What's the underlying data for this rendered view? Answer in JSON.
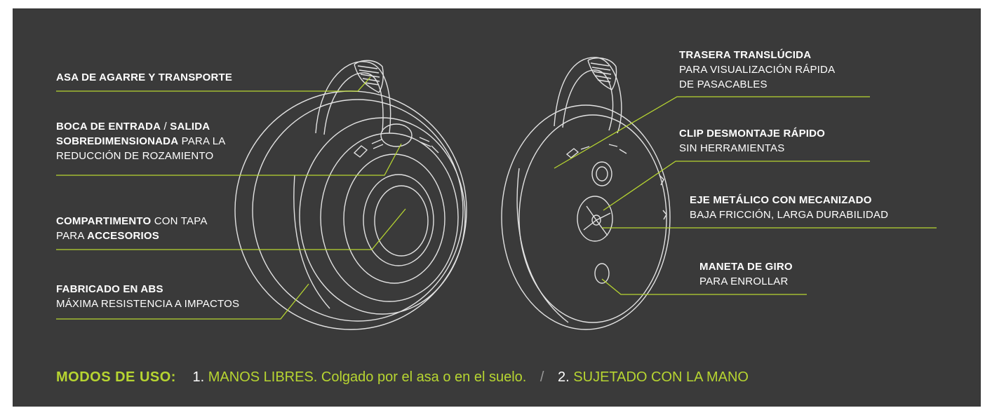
{
  "colors": {
    "background": "#3a3a3a",
    "accent": "#b7d531",
    "text": "#ffffff",
    "sketch": "#e8e8e8"
  },
  "images": {
    "front": "cable-reel-front-line-drawing",
    "back": "cable-reel-back-line-drawing"
  },
  "callouts_left": [
    {
      "lines": [
        [
          {
            "t": "ASA DE AGARRE Y TRANSPORTE",
            "b": true
          }
        ]
      ]
    },
    {
      "lines": [
        [
          {
            "t": "BOCA DE ENTRADA",
            "b": true
          },
          {
            "t": " / ",
            "b": false
          },
          {
            "t": "SALIDA",
            "b": true
          }
        ],
        [
          {
            "t": "SOBREDIMENSIONADA",
            "b": true
          },
          {
            "t": " PARA LA",
            "b": false
          }
        ],
        [
          {
            "t": "REDUCCIÓN DE ROZAMIENTO",
            "b": false
          }
        ]
      ]
    },
    {
      "lines": [
        [
          {
            "t": "COMPARTIMENTO",
            "b": true
          },
          {
            "t": " CON TAPA",
            "b": false
          }
        ],
        [
          {
            "t": "PARA ",
            "b": false
          },
          {
            "t": "ACCESORIOS",
            "b": true
          }
        ]
      ]
    },
    {
      "lines": [
        [
          {
            "t": "FABRICADO EN ABS",
            "b": true
          }
        ],
        [
          {
            "t": "MÁXIMA RESISTENCIA A IMPACTOS",
            "b": false
          }
        ]
      ]
    }
  ],
  "callouts_right": [
    {
      "lines": [
        [
          {
            "t": "TRASERA TRANSLÚCIDA",
            "b": true
          }
        ],
        [
          {
            "t": "PARA VISUALIZACIÓN RÁPIDA",
            "b": false
          }
        ],
        [
          {
            "t": "DE PASACABLES",
            "b": false
          }
        ]
      ]
    },
    {
      "lines": [
        [
          {
            "t": "CLIP DESMONTAJE RÁPIDO",
            "b": true
          }
        ],
        [
          {
            "t": "SIN HERRAMIENTAS",
            "b": false
          }
        ]
      ]
    },
    {
      "lines": [
        [
          {
            "t": "EJE METÁLICO CON MECANIZADO",
            "b": true
          }
        ],
        [
          {
            "t": "BAJA FRICCIÓN, LARGA DURABILIDAD",
            "b": false
          }
        ]
      ]
    },
    {
      "lines": [
        [
          {
            "t": "MANETA DE GIRO",
            "b": true
          }
        ],
        [
          {
            "t": "PARA ENROLLAR",
            "b": false
          }
        ]
      ]
    }
  ],
  "footer": {
    "label": "MODOS DE USO:",
    "mode1_num": "1.",
    "mode1_text": "MANOS LIBRES. Colgado por el asa o en el suelo.",
    "separator": "/",
    "mode2_num": "2.",
    "mode2_text": "SUJETADO CON LA MANO"
  }
}
